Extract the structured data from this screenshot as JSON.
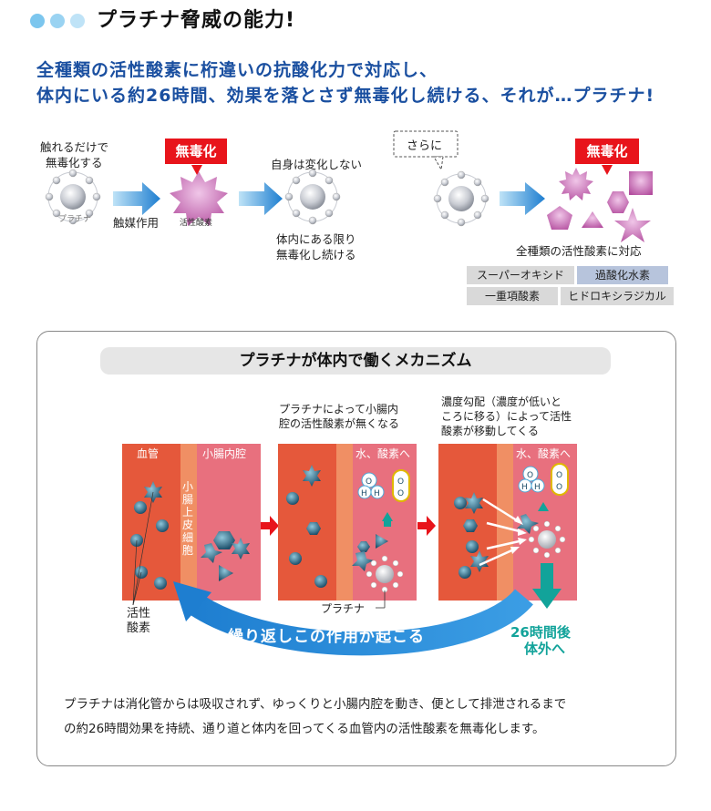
{
  "header": {
    "title": "プラチナ脅威の能力!",
    "dot_colors": [
      "#7cc6ee",
      "#9ad3f2",
      "#bfe3f7"
    ]
  },
  "headline": {
    "line1": "全種類の活性酸素に桁違いの抗酸化力で対応し、",
    "line2": "体内にいる約26時間、効果を落とさず無毒化し続ける、それが…プラチナ!",
    "color": "#1a4fa0"
  },
  "top_diagram": {
    "label_touch_1": "触れるだけで",
    "label_touch_2": "無毒化する",
    "platinum_label": "プラチナ",
    "catalyst_label": "触媒作用",
    "detox_tag_1": "無毒化",
    "ros_label": "活性酸素",
    "unchanged_label": "自身は変化しない",
    "keeps_1": "体内にある限り",
    "keeps_2": "無毒化し続ける",
    "moreover_label": "さらに",
    "detox_tag_2": "無毒化",
    "all_types_label": "全種類の活性酸素に対応",
    "chips": [
      "スーパーオキシド",
      "過酸化水素",
      "一重項酸素",
      "ヒドロキシラジカル"
    ]
  },
  "mechanism": {
    "title": "プラチナが体内で働くメカニズム",
    "panel1": {
      "vessel_label": "血管",
      "intestine_label": "小腸内腔",
      "epithelium_label": "小腸上皮細胞",
      "ros_label_1": "活性",
      "ros_label_2": "酸素"
    },
    "panel2": {
      "caption_1": "プラチナによって小腸内",
      "caption_2": "腔の活性酸素が無くなる",
      "water_label": "水、酸素へ",
      "platinum_label": "プラチナ"
    },
    "panel3": {
      "caption_1": "濃度勾配（濃度が低いと",
      "caption_2": "ころに移る）によって活性",
      "caption_3": "酸素が移動してくる",
      "water_label": "水、酸素へ"
    },
    "cycle_label": "繰り返しこの作用が起こる",
    "exit_1": "26時間後",
    "exit_2": "体外へ",
    "colors": {
      "vessel": "#e5583b",
      "epithelium": "#f08f64",
      "lumen": "#e8707e",
      "arrow_blue": "#1e7ed0",
      "teal": "#12a39a",
      "red_arrow": "#e8141b"
    }
  },
  "body_text": {
    "line1": "プラチナは消化管からは吸収されず、ゆっくりと小腸内腔を動き、便として排泄されるまで",
    "line2": "の約26時間効果を持続、通り道と体内を回ってくる血管内の活性酸素を無毒化します。"
  }
}
